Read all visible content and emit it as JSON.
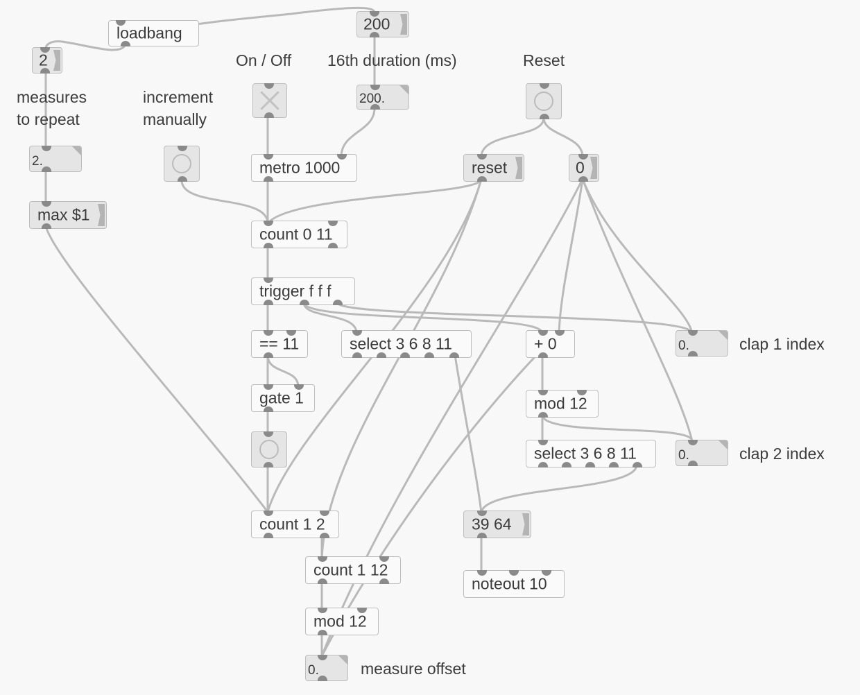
{
  "app": {
    "type": "Max/MSP patcher"
  },
  "comments": {
    "measures_to_repeat": "measures\nto repeat",
    "increment_manually": "increment\nmanually",
    "on_off": "On / Off",
    "sixteenth_duration": "16th duration (ms)",
    "reset": "Reset",
    "clap1_index": "clap 1 index",
    "clap2_index": "clap 2 index",
    "measure_offset": "measure offset"
  },
  "objects": {
    "loadbang": "loadbang",
    "metro": "metro 1000",
    "count_main": "count 0 11",
    "trigger": "trigger f f f",
    "eq11": "== 11",
    "gate": "gate 1",
    "select_a": "select 3 6 8 11",
    "plus0": "+ 0",
    "mod12_a": "mod 12",
    "select_b": "select 3 6 8 11",
    "count12": "count 1 2",
    "count112": "count 1 12",
    "mod12_b": "mod 12",
    "noteout": "noteout 10"
  },
  "messages": {
    "max1": "max $1",
    "reset": "reset",
    "zero": "0",
    "note": "39 64"
  },
  "numbers": {
    "measures_int": "2",
    "duration_int": "200",
    "duration_float": "200.",
    "measures_float": "2.",
    "clap1": "0.",
    "clap2": "0.",
    "measure_offset": "0."
  },
  "ui": {
    "toggle_state": "off",
    "bang_manual_icon": "bang-circle",
    "bang_reset_icon": "bang-circle",
    "bang_gate_icon": "bang-circle"
  },
  "colors": {
    "background": "#f8f8f8",
    "box_border": "#bdbdbd",
    "message_fill": "#e5e5e5",
    "patch_cord": "#b9b9b9",
    "port": "#8a8a8a",
    "text": "#3a3a3a"
  }
}
